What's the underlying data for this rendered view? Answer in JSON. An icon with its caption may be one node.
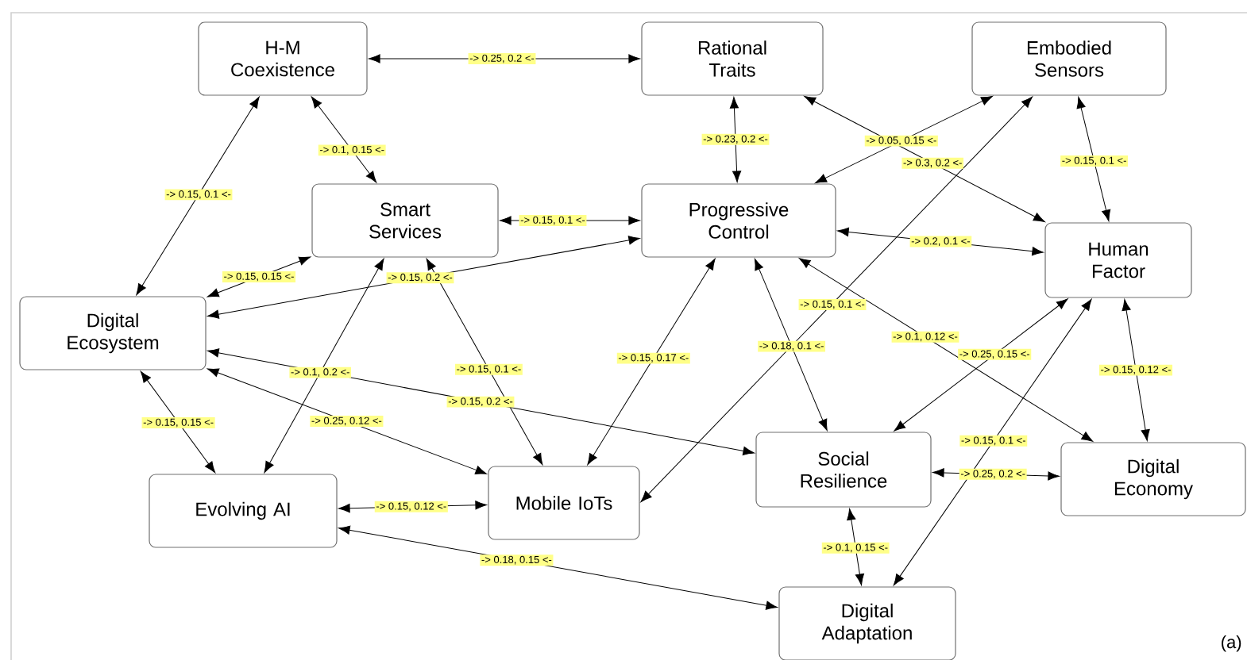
{
  "diagram": {
    "nodes": [
      {
        "text": [
          "H-M Coexistence"
        ]
      },
      {
        "text": [
          "Rational Traits"
        ]
      },
      {
        "text": [
          "Embodied Sensors"
        ]
      },
      {
        "text": [
          "Smart Services"
        ]
      },
      {
        "text": [
          "Progressive Control"
        ]
      },
      {
        "text": [
          "Human Factor"
        ]
      },
      {
        "text": [
          "Digital Ecosystem"
        ]
      },
      {
        "text": [
          "Evolving AI"
        ]
      },
      {
        "text": [
          "Mobile IoTs"
        ]
      },
      {
        "text": [
          "Social Resilience"
        ]
      },
      {
        "text": [
          "Digital Economy"
        ]
      },
      {
        "text": [
          "Digital Adaptation"
        ]
      }
    ],
    "edges": [
      {
        "from": 0,
        "to": 1,
        "arrow": "both",
        "label": "-> 0.25, 0.2 <-"
      },
      {
        "from": 0,
        "to": 3,
        "arrow": "both",
        "label": "-> 0.1, 0.15 <-"
      },
      {
        "from": 6,
        "to": 0,
        "arrow": "both",
        "label": "-> 0.15, 0.1 <-"
      },
      {
        "from": 6,
        "to": 3,
        "arrow": "both",
        "label": "-> 0.15, 0.15 <-"
      },
      {
        "from": 3,
        "to": 4,
        "arrow": "both",
        "label": "-> 0.15, 0.1 <-"
      },
      {
        "from": 6,
        "to": 4,
        "arrow": "both",
        "label": "-> 0.15, 0.2 <-"
      },
      {
        "from": 1,
        "to": 4,
        "arrow": "both",
        "label": "-> 0.23, 0.2 <-"
      },
      {
        "from": 4,
        "to": 2,
        "arrow": "both",
        "label": "-> 0.05, 0.15 <-"
      },
      {
        "from": 1,
        "to": 5,
        "arrow": "both",
        "label": "-> 0.3, 0.2 <-"
      },
      {
        "from": 2,
        "to": 5,
        "arrow": "both",
        "label": "-> 0.15, 0.1 <-"
      },
      {
        "from": 4,
        "to": 5,
        "arrow": "both",
        "label": "-> 0.2, 0.1 <-"
      },
      {
        "from": 8,
        "to": 2,
        "arrow": "both",
        "label": "-> 0.15, 0.1 <-"
      },
      {
        "from": 4,
        "to": 10,
        "arrow": "both",
        "label": "-> 0.1, 0.12 <-"
      },
      {
        "from": 9,
        "to": 5,
        "arrow": "both",
        "label": "-> 0.25, 0.15 <-"
      },
      {
        "from": 5,
        "to": 11,
        "arrow": "both",
        "label": "-> 0.15, 0.1 <-"
      },
      {
        "from": 5,
        "to": 10,
        "arrow": "both",
        "label": "-> 0.15, 0.12 <-"
      },
      {
        "from": 9,
        "to": 10,
        "arrow": "both",
        "label": "-> 0.25, 0.2 <-"
      },
      {
        "from": 9,
        "to": 11,
        "arrow": "both",
        "label": "-> 0.1, 0.15 <-"
      },
      {
        "from": 7,
        "to": 11,
        "arrow": "both",
        "label": "-> 0.18, 0.15 <-"
      },
      {
        "from": 7,
        "to": 8,
        "arrow": "both",
        "label": "-> 0.15, 0.12 <-"
      },
      {
        "from": 6,
        "to": 7,
        "arrow": "both",
        "label": "-> 0.15, 0.15 <-"
      },
      {
        "from": 6,
        "to": 8,
        "arrow": "both",
        "label": "-> 0.25, 0.12 <-"
      },
      {
        "from": 6,
        "to": 9,
        "arrow": "both",
        "label": "-> 0.15, 0.2 <-"
      },
      {
        "from": 3,
        "to": 7,
        "arrow": "both",
        "label": "-> 0.1, 0.2 <-"
      },
      {
        "from": 3,
        "to": 8,
        "arrow": "both",
        "label": "-> 0.15, 0.1 <-"
      },
      {
        "from": 4,
        "to": 8,
        "arrow": "both",
        "label": "-> 0.15, 0.17 <-"
      },
      {
        "from": 4,
        "to": 9,
        "arrow": "both",
        "label": "-> 0.18, 0.1 <-"
      }
    ],
    "labels": [
      "(a)"
    ]
  }
}
